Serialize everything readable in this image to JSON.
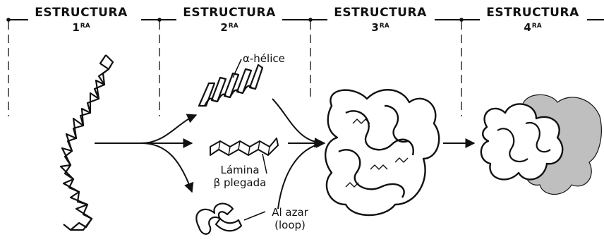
{
  "headers": [
    {
      "title": "ESTRUCTURA",
      "number": "1",
      "suffix": "RA"
    },
    {
      "title": "ESTRUCTURA",
      "number": "2",
      "suffix": "RA"
    },
    {
      "title": "ESTRUCTURA",
      "number": "3",
      "suffix": "RA"
    },
    {
      "title": "ESTRUCTURA",
      "number": "4",
      "suffix": "RA"
    }
  ],
  "labels": {
    "alpha_helix": "α-hélice",
    "beta_sheet_line1": "Lámina",
    "beta_sheet_line2": "β plegada",
    "random_coil_line1": "Al azar",
    "random_coil_line2": "(loop)"
  },
  "colors": {
    "ink": "#111111",
    "shade": "#bfbfbf",
    "fill": "#ffffff"
  }
}
